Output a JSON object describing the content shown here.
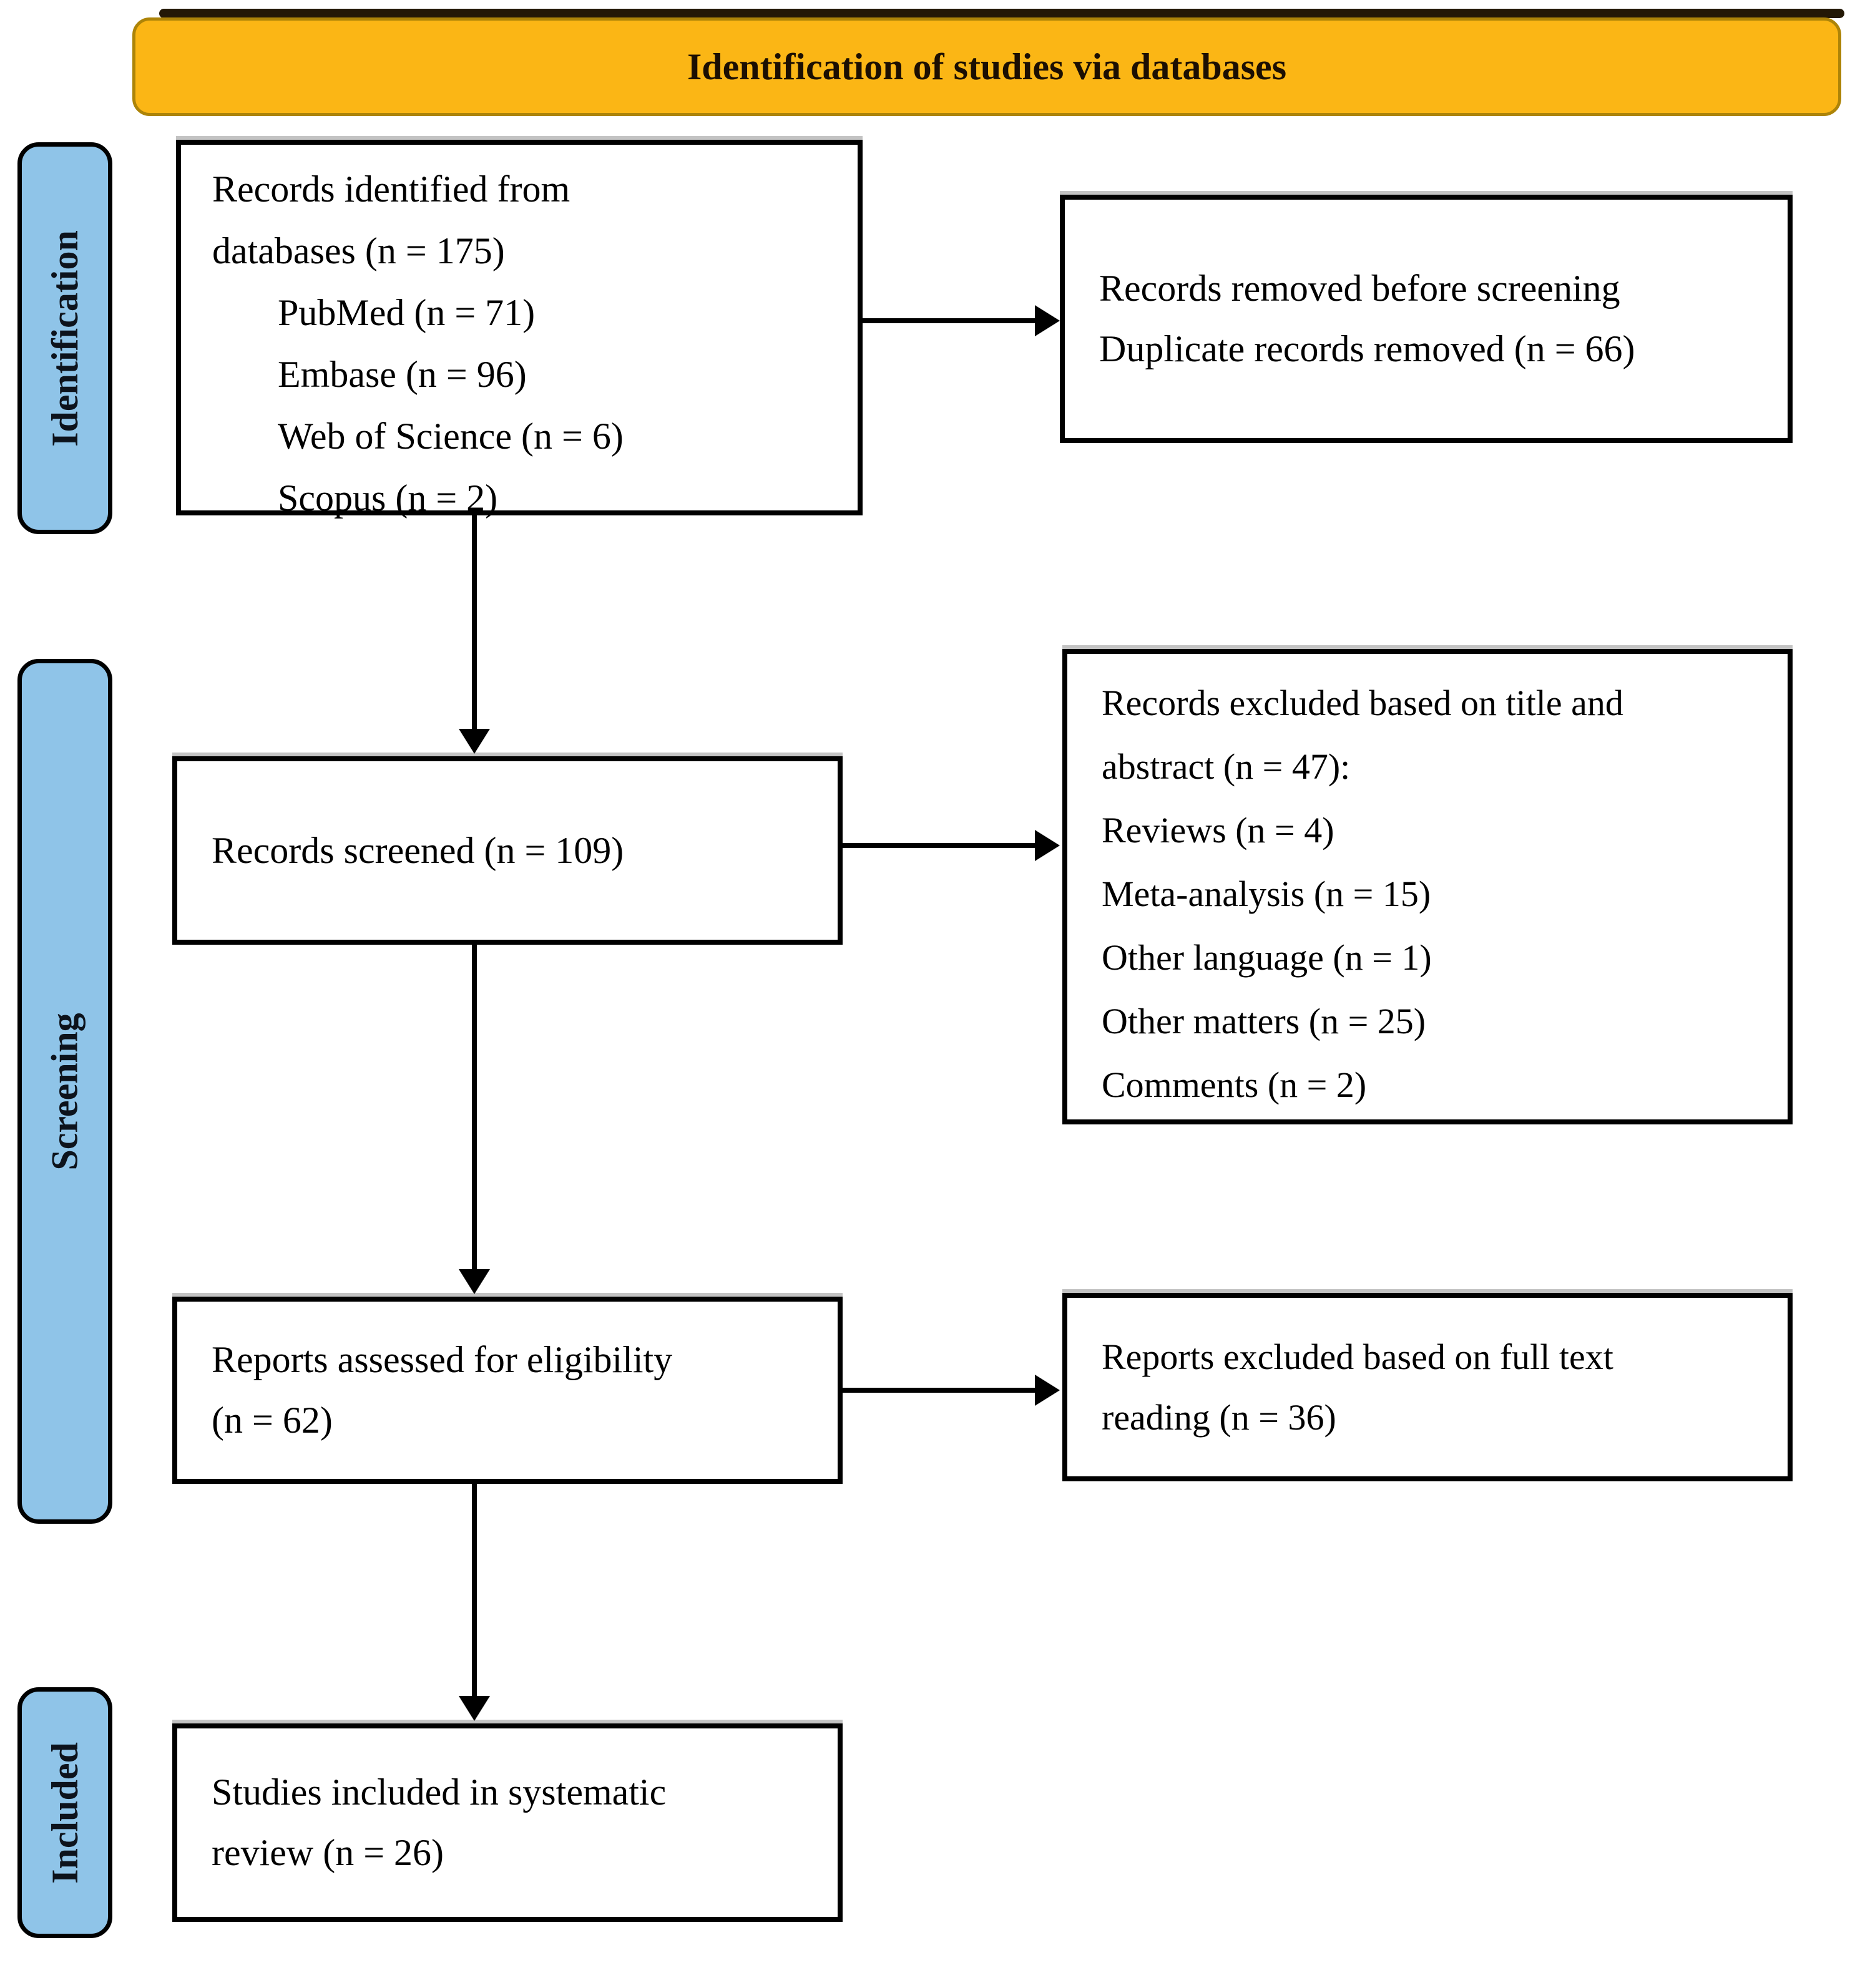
{
  "banner": {
    "title": "Identification of studies via databases"
  },
  "stages": [
    {
      "label": "Identification"
    },
    {
      "label": "Screening"
    },
    {
      "label": "Included"
    }
  ],
  "boxes": {
    "identified": {
      "lines": [
        "Records identified from",
        "databases (n = 175)"
      ],
      "items": [
        "PubMed (n = 71)",
        "Embase (n = 96)",
        "Web of Science (n = 6)",
        "Scopus (n = 2)"
      ]
    },
    "removed": {
      "lines": [
        "Records removed before screening",
        "Duplicate records removed (n = 66)"
      ]
    },
    "screened": {
      "title": "Records screened (n = 109)"
    },
    "excluded_title_abstract": {
      "lines": [
        "Records excluded based on title and",
        "abstract (n = 47):"
      ],
      "items": [
        "Reviews (n = 4)",
        "Meta-analysis (n = 15)",
        "Other language (n = 1)",
        "Other matters (n = 25)",
        "Comments (n = 2)"
      ]
    },
    "assessed": {
      "lines": [
        "Reports assessed for eligibility",
        "(n = 62)"
      ]
    },
    "excluded_full_text": {
      "lines": [
        "Reports excluded based on full text",
        "reading (n = 36)"
      ]
    },
    "included_studies": {
      "lines": [
        "Studies included in systematic",
        "review (n = 26)"
      ]
    }
  },
  "colors": {
    "banner_fill": "#FBB615",
    "banner_border": "#AD8408",
    "stage_fill": "#8FC4E8",
    "box_border": "#000000",
    "text": "#000000"
  }
}
